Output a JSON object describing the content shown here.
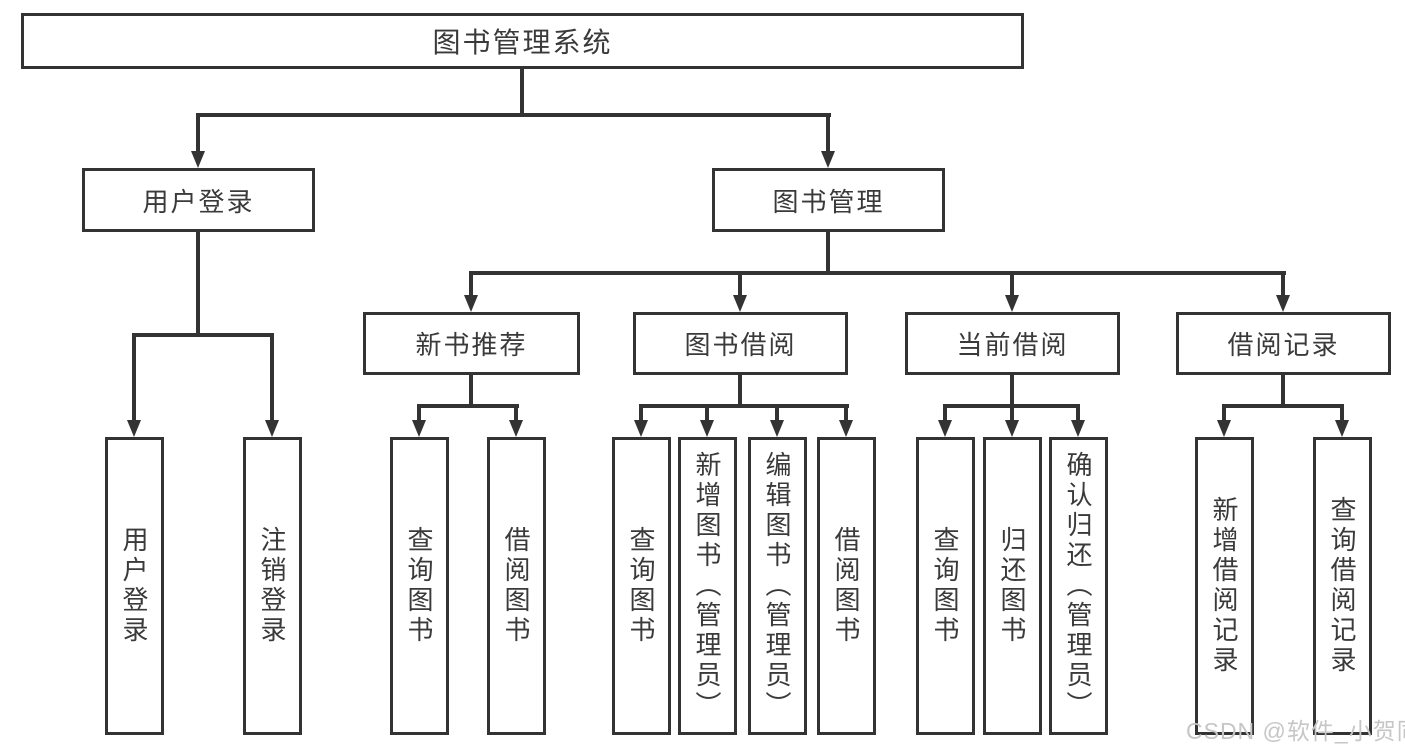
{
  "nodes": {
    "root": "图书管理系统",
    "user_login": "用户登录",
    "book_management": "图书管理",
    "new_book_recommend": "新书推荐",
    "book_borrowing": "图书借阅",
    "current_borrowing": "当前借阅",
    "borrowing_records": "借阅记录",
    "leaf_user_login": "用户登录",
    "leaf_logout": "注销登录",
    "leaf_query_books_a": "查询图书",
    "leaf_borrow_books_a": "借阅图书",
    "leaf_query_books_b": "查询图书",
    "leaf_add_books_admin": "新增图书（管理员）",
    "leaf_edit_books_admin": "编辑图书（管理员）",
    "leaf_borrow_books_b": "借阅图书",
    "leaf_query_books_c": "查询图书",
    "leaf_return_books": "归还图书",
    "leaf_confirm_return_admin": "确认归还（管理员）",
    "leaf_add_borrow_record": "新增借阅记录",
    "leaf_query_borrow_record": "查询借阅记录"
  },
  "watermark": "CSDN @软件_小贺同学",
  "colors": {
    "line": "#333333",
    "text": "#3a3a3a",
    "watermark": "#c6c6c6",
    "background": "#ffffff"
  }
}
